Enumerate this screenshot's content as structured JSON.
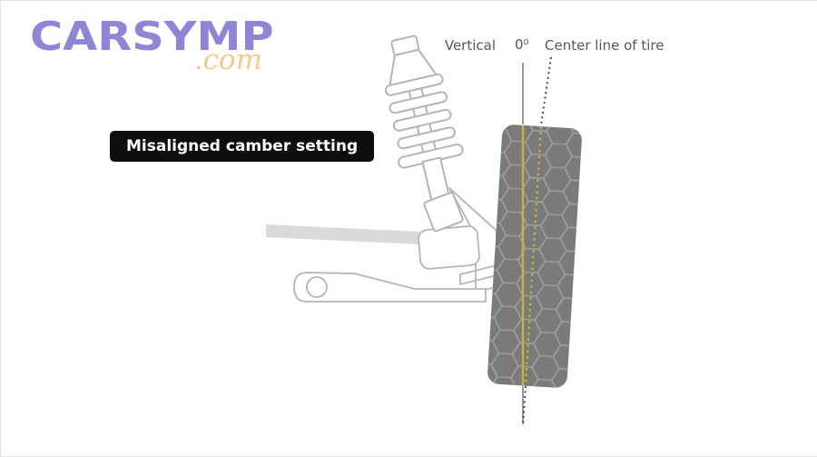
{
  "logo": {
    "brand": "CARSYMP",
    "tld": ".com",
    "brand_color": "#8d85d6",
    "tld_color": "#f4c98c"
  },
  "badge": {
    "label": "Misaligned camber setting",
    "bg_color": "#0e0e0e",
    "text_color": "#ffffff"
  },
  "diagram": {
    "labels": {
      "vertical": "Vertical",
      "angle": "0⁰",
      "centerline": "Center line of tire"
    },
    "colors": {
      "tire_fill": "#7a7a7a",
      "tread_outline": "#9c9c9c",
      "camber_yellow": "#c9b23a",
      "vertical_line_gray": "#9a9a9a",
      "centerline_dark": "#4a4a4a",
      "part_outline": "#b5b5b5",
      "axle_fill": "#dadada"
    },
    "parts": {
      "strut": "coil-over-strut-icon",
      "axle": "axle-shaft-icon",
      "knuckle": "steering-knuckle-icon",
      "hub": "wheel-hub-icon",
      "control_arm": "lower-control-arm-icon",
      "tire": "tire-icon"
    }
  }
}
